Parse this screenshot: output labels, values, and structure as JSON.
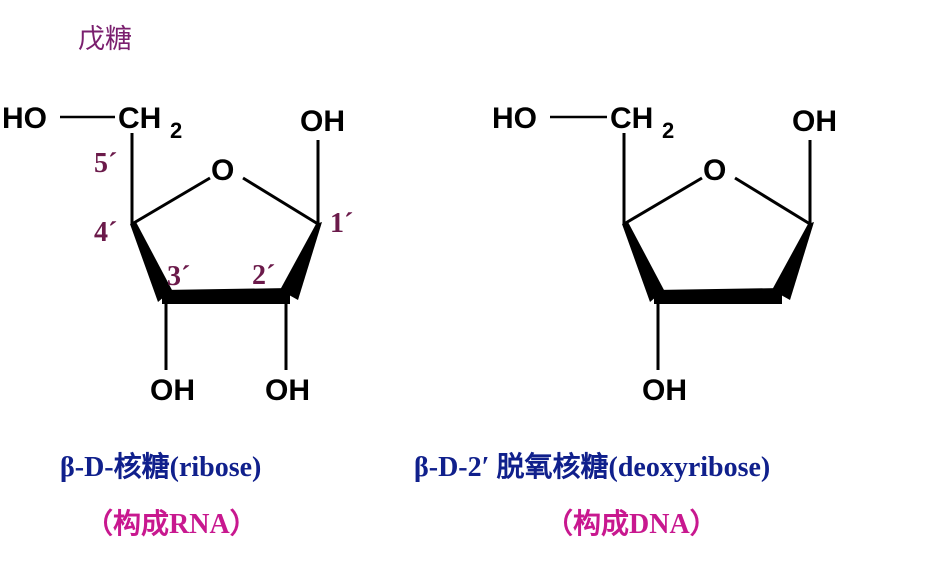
{
  "title": "戊糖",
  "ribose": {
    "ho": "HO",
    "ch": "CH",
    "sub2": "2",
    "ring_o": "O",
    "anomeric_oh": "OH",
    "c3_oh": "OH",
    "c2_oh": "OH",
    "c2_oh_color": "#ff0000",
    "pos5": "5´",
    "pos4": "4´",
    "pos3": "3´",
    "pos2": "2´",
    "pos1": "1´",
    "name": "β-D-核糖(ribose)",
    "composition": "（构成RNA）"
  },
  "deoxyribose": {
    "ho": "HO",
    "ch": "CH",
    "sub2": "2",
    "ring_o": "O",
    "anomeric_oh": "OH",
    "c3_oh": "OH",
    "name": "β-D-2′ 脱氧核糖(deoxyribose)",
    "composition": "（构成DNA）"
  },
  "colors": {
    "title": "#7a1f6e",
    "position_numbers": "#6b1a4a",
    "sugar_name": "#10208c",
    "composition": "#c8188f",
    "bonds": "#000000"
  }
}
